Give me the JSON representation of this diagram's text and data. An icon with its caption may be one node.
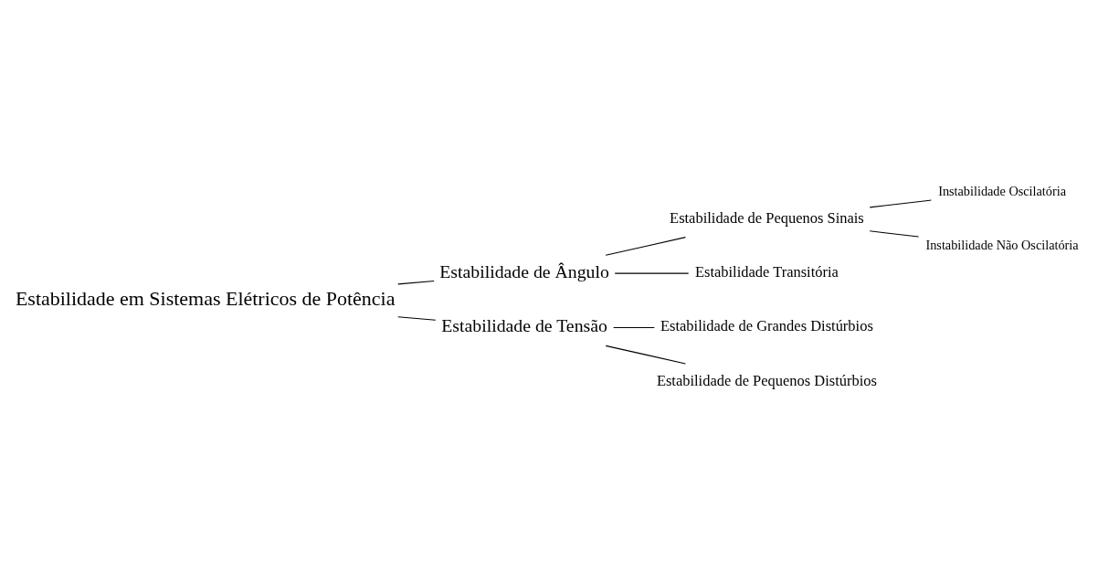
{
  "diagram": {
    "nodes": [
      {
        "text": [
          "Estabilidade em Sistemas Elétricos de Potência"
        ]
      },
      {
        "text": [
          "Estabilidade de Ângulo"
        ]
      },
      {
        "text": [
          "Estabilidade de Pequenos Sinais"
        ]
      },
      {
        "text": [
          "Instabilidade Oscilatória"
        ]
      },
      {
        "text": [
          "Instabilidade Não Oscilatória"
        ]
      },
      {
        "text": [
          "Estabilidade Transitória"
        ]
      },
      {
        "text": [
          "Estabilidade de Tensão"
        ]
      },
      {
        "text": [
          "Estabilidade de Grandes Distúrbios"
        ]
      },
      {
        "text": [
          "Estabilidade de Pequenos Distúrbios"
        ]
      }
    ],
    "edges": [
      {
        "from": 0,
        "to": 1,
        "arrow": "none"
      },
      {
        "from": 0,
        "to": 6,
        "arrow": "none"
      },
      {
        "from": 1,
        "to": 2,
        "arrow": "none"
      },
      {
        "from": 1,
        "to": 5,
        "arrow": "none"
      },
      {
        "from": 2,
        "to": 3,
        "arrow": "none"
      },
      {
        "from": 2,
        "to": 4,
        "arrow": "none"
      },
      {
        "from": 6,
        "to": 7,
        "arrow": "none"
      },
      {
        "from": 6,
        "to": 8,
        "arrow": "none"
      }
    ]
  }
}
